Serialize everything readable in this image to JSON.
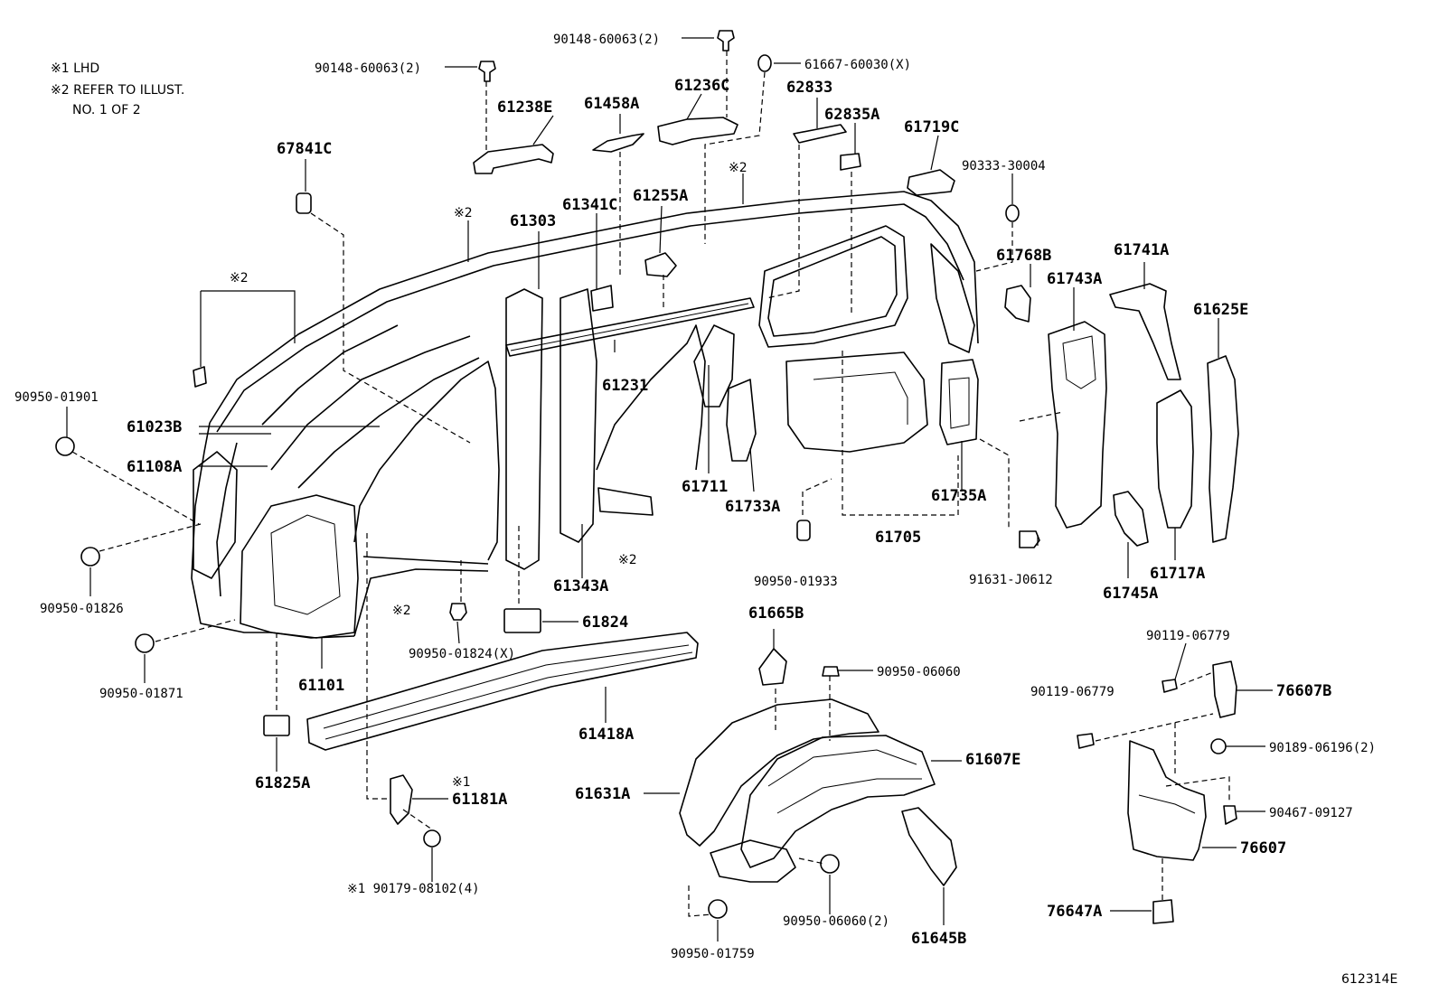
{
  "notes": {
    "note1": "※1 LHD",
    "note2": "※2 REFER TO ILLUST.",
    "note3": "NO. 1 OF 2"
  },
  "figure_id": "612314E",
  "parts": {
    "p_90148_60063_top": "90148-60063(2)",
    "p_90148_60063_left": "90148-60063(2)",
    "p_61667_60030": "61667-60030(X)",
    "p_61238E": "61238E",
    "p_61458A": "61458A",
    "p_61236C": "61236C",
    "p_62833": "62833",
    "p_62835A": "62835A",
    "p_61719C": "61719C",
    "p_90333_30004": "90333-30004",
    "p_67841C": "67841C",
    "p_61341C": "61341C",
    "p_61255A": "61255A",
    "p_61303": "61303",
    "p_ref2_a": "※2",
    "p_ref2_b": "※2",
    "p_ref2_c": "※2",
    "p_ref2_d": "※2",
    "p_ref2_e": "※2",
    "p_61768B": "61768B",
    "p_61741A": "61741A",
    "p_61743A": "61743A",
    "p_61625E": "61625E",
    "p_90950_01901": "90950-01901",
    "p_61023B": "61023B",
    "p_61231": "61231",
    "p_61108A": "61108A",
    "p_61711": "61711",
    "p_61733A": "61733A",
    "p_61735A": "61735A",
    "p_61705": "61705",
    "p_90950_01826": "90950-01826",
    "p_61343A": "61343A",
    "p_90950_01933": "90950-01933",
    "p_91631_J0612": "91631-J0612",
    "p_61717A": "61717A",
    "p_61745A": "61745A",
    "p_61824": "61824",
    "p_61665B": "61665B",
    "p_90950_01824": "90950-01824(X)",
    "p_90119_06779_a": "90119-06779",
    "p_90119_06779_b": "90119-06779",
    "p_90950_06060": "90950-06060",
    "p_76607B": "76607B",
    "p_90950_01871": "90950-01871",
    "p_61101": "61101",
    "p_61418A": "61418A",
    "p_61607E": "61607E",
    "p_90189_06196": "90189-06196(2)",
    "p_61825A": "61825A",
    "p_ref1": "※1",
    "p_61181A": "61181A",
    "p_61631A": "61631A",
    "p_90467_09127": "90467-09127",
    "p_76607": "76607",
    "p_90179_08102": "※1 90179-08102(4)",
    "p_90950_06060_2": "90950-06060(2)",
    "p_61645B": "61645B",
    "p_76647A": "76647A",
    "p_90950_01759": "90950-01759"
  }
}
